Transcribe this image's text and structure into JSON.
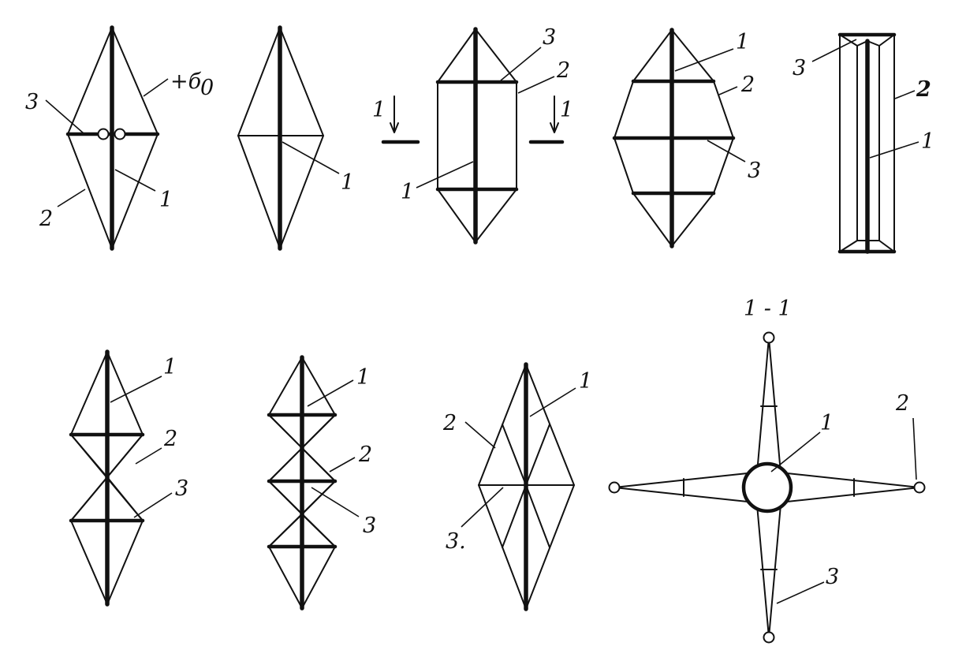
{
  "figures": {
    "fig1": {
      "labels": {
        "elem3": "3",
        "b0": "+б",
        "b0_sub": "0",
        "elem2": "2",
        "elem1": "1"
      }
    },
    "fig2": {
      "labels": {
        "elem1": "1"
      }
    },
    "fig3": {
      "labels": {
        "elem3": "3",
        "elem2": "2",
        "elem1": "1",
        "cut_left": "1",
        "cut_right": "1"
      }
    },
    "fig4": {
      "labels": {
        "elem1": "1",
        "elem2": "2",
        "elem3": "3"
      }
    },
    "fig5": {
      "labels": {
        "elem3": "3",
        "elem2": "2",
        "elem1": "1"
      }
    },
    "fig6": {
      "labels": {
        "elem1": "1",
        "elem2": "2",
        "elem3": "3"
      }
    },
    "fig7": {
      "labels": {
        "elem1": "1",
        "elem2": "2",
        "elem3": "3"
      }
    },
    "fig8": {
      "labels": {
        "elem1": "1",
        "elem2": "2",
        "elem3": "3."
      }
    },
    "section": {
      "title": "1 - 1",
      "labels": {
        "elem1": "1",
        "elem2": "2",
        "elem3": "3"
      }
    }
  },
  "colors": {
    "ink": "#111111",
    "paper": "#ffffff"
  }
}
